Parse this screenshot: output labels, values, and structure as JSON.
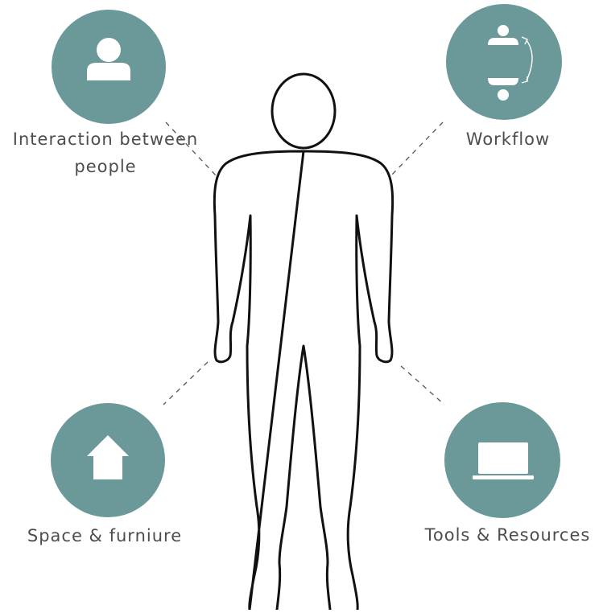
{
  "diagram": {
    "colors": {
      "circle_fill": "#6b9999",
      "icon_fill": "#ffffff",
      "figure_stroke": "#111111",
      "connector_stroke": "#555555",
      "label_text": "#4d4d4d"
    },
    "nodes": [
      {
        "id": "interaction",
        "icon": "person-icon",
        "label_lines": [
          "Interaction between",
          "people"
        ]
      },
      {
        "id": "workflow",
        "icon": "workflow-icon",
        "label_lines": [
          "Workflow"
        ]
      },
      {
        "id": "space",
        "icon": "house-icon",
        "label_lines": [
          "Space & furniure"
        ]
      },
      {
        "id": "tools",
        "icon": "laptop-icon",
        "label_lines": [
          "Tools & Resources"
        ]
      }
    ],
    "center": {
      "icon": "human-figure-outline"
    }
  }
}
